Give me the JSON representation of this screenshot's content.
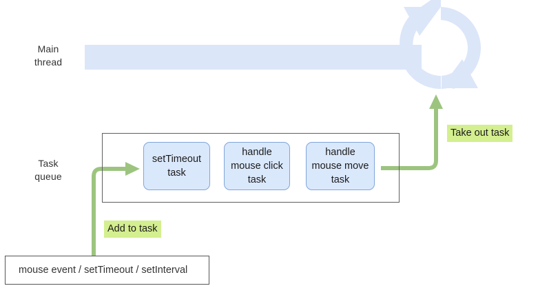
{
  "diagram": {
    "title": "JavaScript event loop / task queue diagram",
    "background": "#ffffff",
    "colors": {
      "main_thread_bar": "#dce6f9",
      "loop_icon": "#dbe5f8",
      "task_box_fill": "#dae8fc",
      "task_box_stroke": "#7ea6d9",
      "queue_border": "#5e5e5e",
      "arrow_green": "#82b366",
      "arrow_green_fill": "#9cc47f",
      "label_highlight": "#d4ef8f",
      "text": "#333333"
    }
  },
  "labels": {
    "main_thread": "Main\nthread",
    "task_queue": "Task\nqueue"
  },
  "icons": {
    "cycle_icon": "refresh-cycle-icon",
    "arrow_add": "arrow-right-icon",
    "arrow_take_out": "arrow-up-icon"
  },
  "queue": {
    "tasks": [
      {
        "label": "setTimeout\ntask"
      },
      {
        "label": "handle\nmouse click\ntask"
      },
      {
        "label": "handle\nmouse move\ntask"
      }
    ]
  },
  "edges": [
    {
      "id": "add-to-task",
      "label": "Add to task"
    },
    {
      "id": "take-out-task",
      "label": "Take out task"
    }
  ],
  "source": {
    "label": "mouse event / setTimeout / setInterval"
  }
}
